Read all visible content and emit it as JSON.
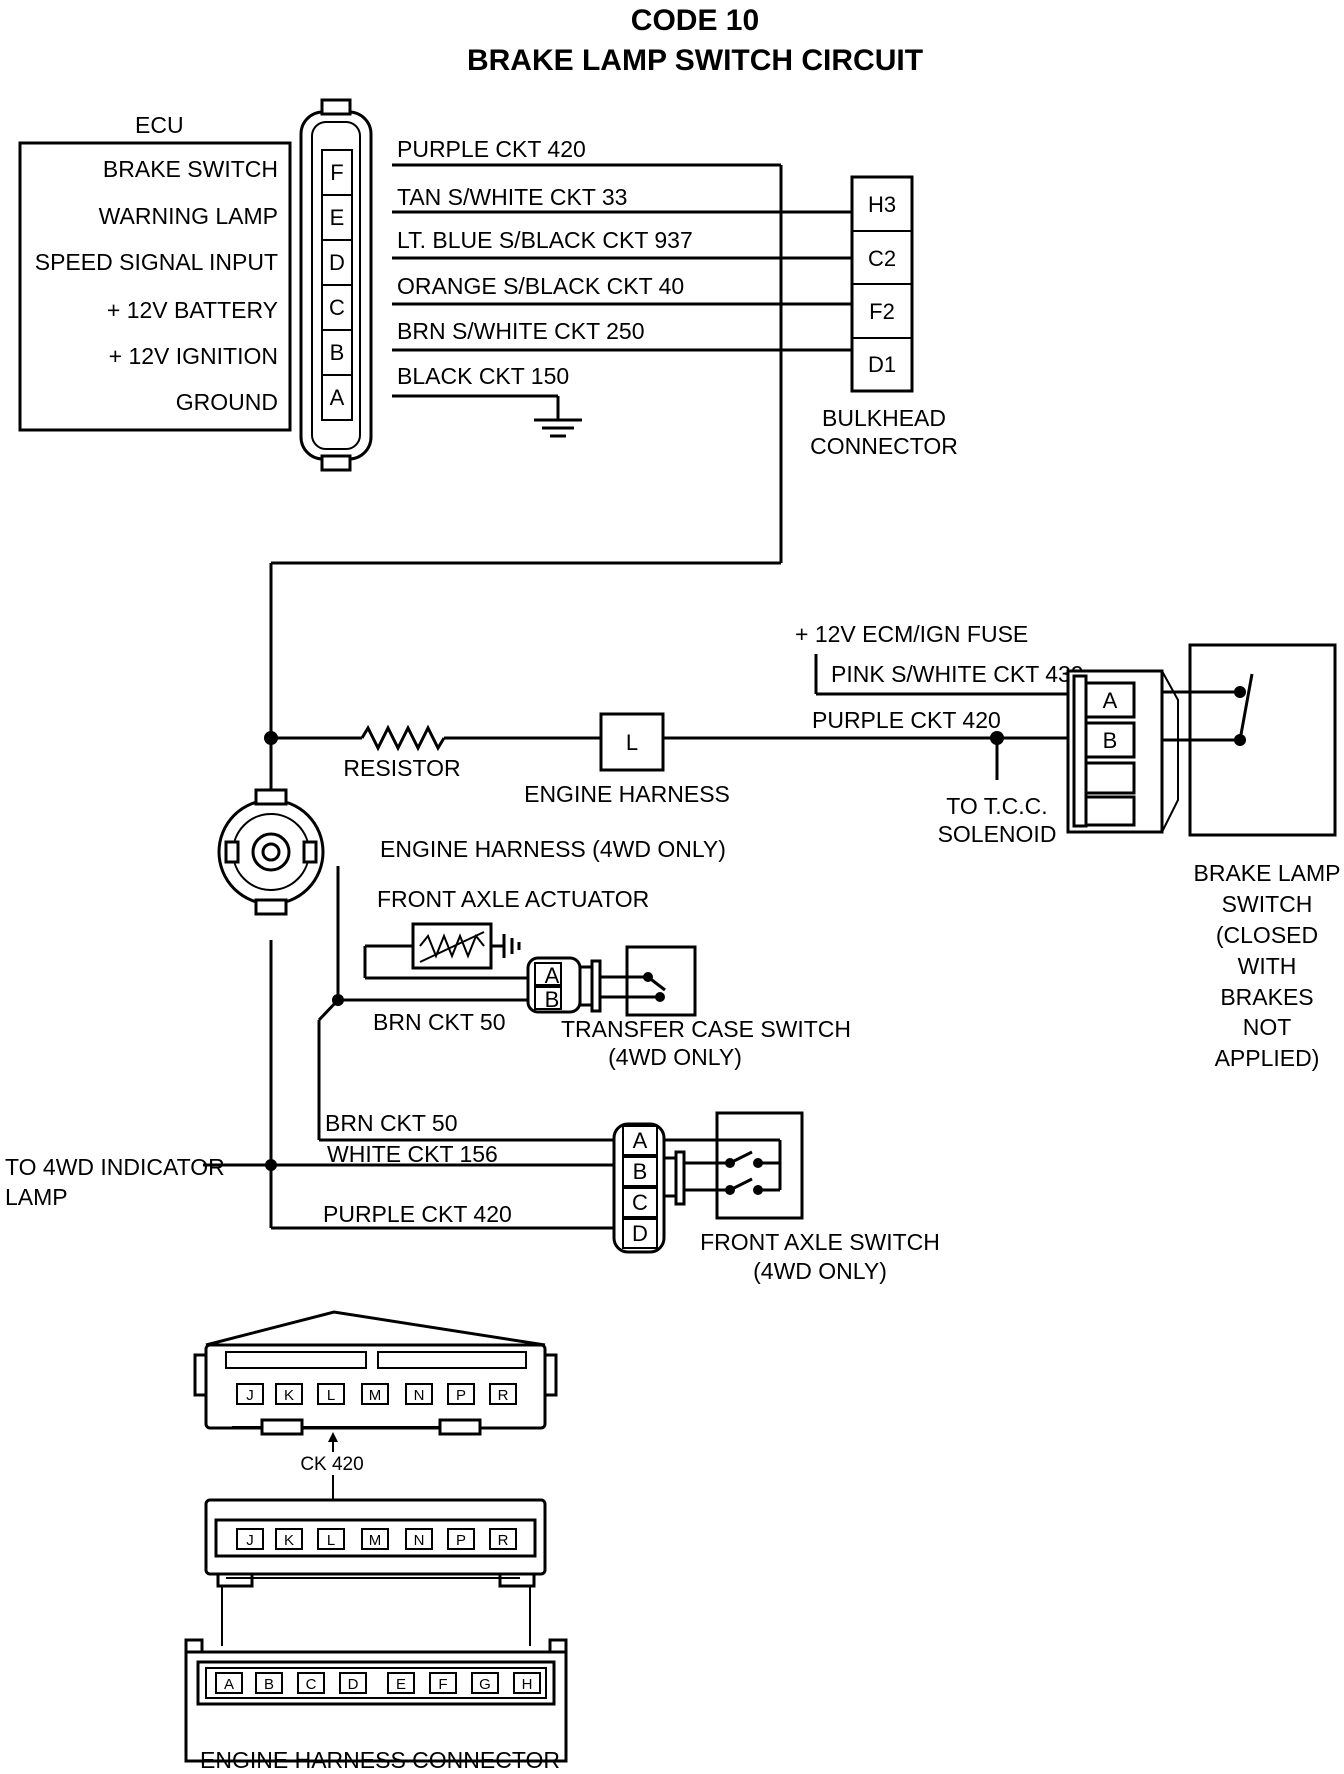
{
  "title": {
    "line1": "CODE 10",
    "line2": "BRAKE LAMP SWITCH CIRCUIT"
  },
  "ecu": {
    "label": "ECU",
    "pins": [
      {
        "pin": "F",
        "name": "BRAKE SWITCH",
        "wire": "PURPLE CKT 420"
      },
      {
        "pin": "E",
        "name": "WARNING LAMP",
        "wire": "TAN S/WHITE CKT 33"
      },
      {
        "pin": "D",
        "name": "SPEED SIGNAL INPUT",
        "wire": "LT. BLUE S/BLACK CKT 937"
      },
      {
        "pin": "C",
        "name": "+ 12V BATTERY",
        "wire": "ORANGE S/BLACK CKT 40"
      },
      {
        "pin": "B",
        "name": "+ 12V IGNITION",
        "wire": "BRN S/WHITE CKT 250"
      },
      {
        "pin": "A",
        "name": "GROUND",
        "wire": "BLACK CKT 150"
      }
    ]
  },
  "bulkhead": {
    "pins": [
      "H3",
      "C2",
      "F2",
      "D1"
    ],
    "label_line1": "BULKHEAD",
    "label_line2": "CONNECTOR"
  },
  "brake_circuit": {
    "fuse_label": "+ 12V ECM/IGN FUSE",
    "pink_wire": "PINK S/WHITE CKT 439",
    "purple_wire": "PURPLE CKT 420",
    "resistor_label": "RESISTOR",
    "engine_harness_pin": "L",
    "engine_harness_label": "ENGINE HARNESS",
    "tcc_line1": "TO T.C.C.",
    "tcc_line2": "SOLENOID",
    "switch_pins": [
      "A",
      "B"
    ],
    "brake_switch_label": [
      "BRAKE LAMP",
      "SWITCH",
      "(CLOSED",
      "WITH",
      "BRAKES",
      "NOT",
      "APPLIED)"
    ]
  },
  "fourwd": {
    "engine_harness_4wd": "ENGINE HARNESS (4WD ONLY)",
    "front_axle_actuator": "FRONT AXLE ACTUATOR",
    "brn_ckt_50_upper": "BRN CKT 50",
    "transfer_pins": [
      "A",
      "B"
    ],
    "transfer_line1": "TRANSFER CASE SWITCH",
    "transfer_line2": "(4WD ONLY)",
    "brn_ckt_50_lower": "BRN CKT 50",
    "white_ckt": "WHITE CKT 156",
    "purple_ckt": "PURPLE CKT 420",
    "indicator_line1": "TO 4WD INDICATOR",
    "indicator_line2": "LAMP",
    "axle_pins": [
      "A",
      "B",
      "C",
      "D"
    ],
    "front_axle_line1": "FRONT AXLE SWITCH",
    "front_axle_line2": "(4WD ONLY)"
  },
  "harness_connector": {
    "top_pins": [
      "J",
      "K",
      "L",
      "M",
      "N",
      "P",
      "R"
    ],
    "ck_label": "CK 420",
    "bottom_pins": [
      "A",
      "B",
      "C",
      "D",
      "E",
      "F",
      "G",
      "H"
    ],
    "label": "ENGINE HARNESS CONNECTOR"
  }
}
